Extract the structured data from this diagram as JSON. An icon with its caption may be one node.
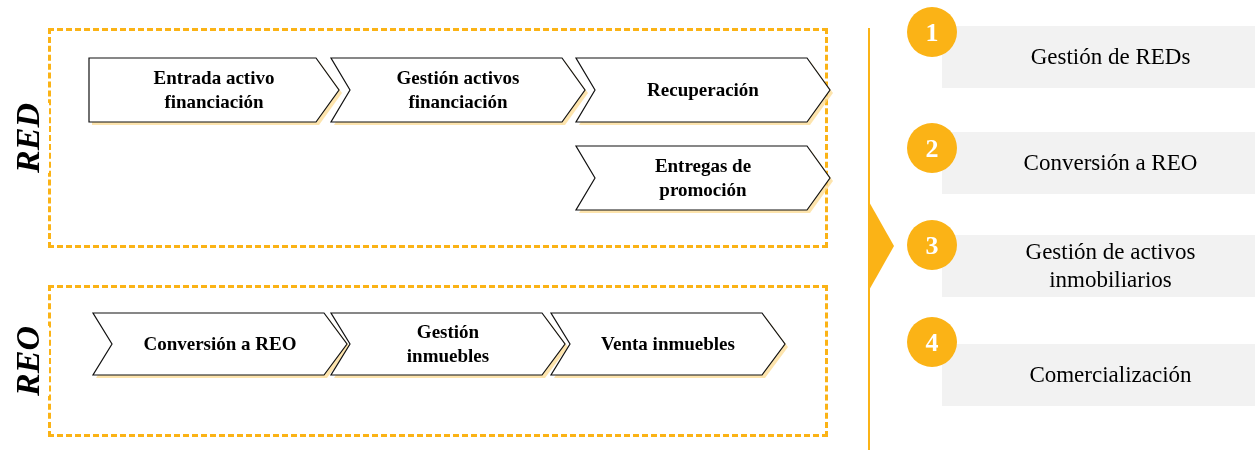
{
  "diagram": {
    "nodes": [
      {
        "text": [
          "RED"
        ]
      },
      {
        "text": [
          "Entrada activo financiación"
        ],
        "in": 0
      },
      {
        "text": [
          "Gestión activos financiación"
        ],
        "in": 0
      },
      {
        "text": [
          "Recuperación"
        ],
        "in": 0
      },
      {
        "text": [
          "Entregas de promoción"
        ],
        "in": 0
      },
      {
        "text": [
          "REO"
        ]
      },
      {
        "text": [
          "Conversión a REO"
        ],
        "in": 5
      },
      {
        "text": [
          "Gestión inmuebles"
        ],
        "in": 5
      },
      {
        "text": [
          "Venta inmuebles"
        ],
        "in": 5
      },
      {
        "text": [
          "1"
        ]
      },
      {
        "text": [
          "Gestión de REDs"
        ]
      },
      {
        "text": [
          "2"
        ]
      },
      {
        "text": [
          "Conversión a REO"
        ]
      },
      {
        "text": [
          "3"
        ]
      },
      {
        "text": [
          "Gestión de activos inmobiliarios"
        ]
      },
      {
        "text": [
          "4"
        ]
      },
      {
        "text": [
          "Comercialización"
        ]
      }
    ],
    "edges": []
  }
}
